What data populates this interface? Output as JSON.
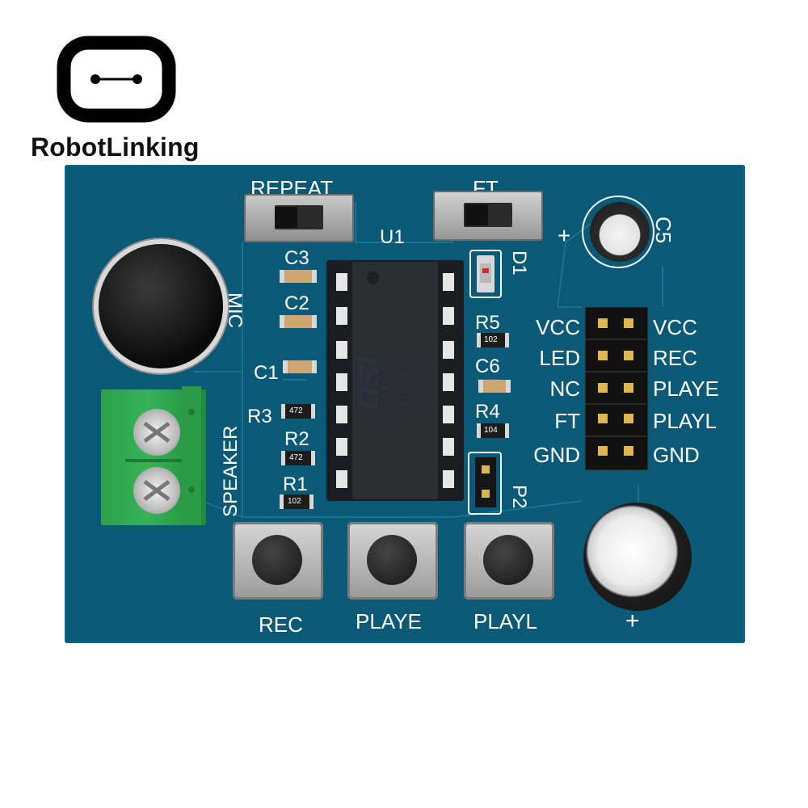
{
  "brand": {
    "name": "RobotLinking",
    "logo_icon": "robot-face-icon"
  },
  "board": {
    "color": "#0a5a77",
    "silkscreen_color": "#ffffff",
    "switches": {
      "repeat_label": "REPEAT",
      "ft_label": "FT"
    },
    "ic": {
      "ref": "U1",
      "brand_mark": "ISD",
      "part_line1": "1820PY",
      "part_line2": "C1634"
    },
    "mic_label": "MIC",
    "speaker_label": "SPEAKER",
    "components": {
      "c1": "C1",
      "c2": "C2",
      "c3": "C3",
      "c5": "C5",
      "c6": "C6",
      "d1": "D1",
      "r1": "R1",
      "r2": "R2",
      "r3": "R3",
      "r4": "R4",
      "r5": "R5",
      "p2": "P2",
      "plus_top": "+",
      "plus_bottom": "+"
    },
    "resistor_codes": {
      "r1": "102",
      "r2": "472",
      "r3": "472",
      "r4": "104",
      "r5": "102"
    },
    "header_pins_left": [
      "VCC",
      "LED",
      "NC",
      "FT",
      "GND"
    ],
    "header_pins_right": [
      "VCC",
      "REC",
      "PLAYE",
      "PLAYL",
      "GND"
    ],
    "buttons": {
      "rec": "REC",
      "playe": "PLAYE",
      "playl": "PLAYL"
    }
  }
}
